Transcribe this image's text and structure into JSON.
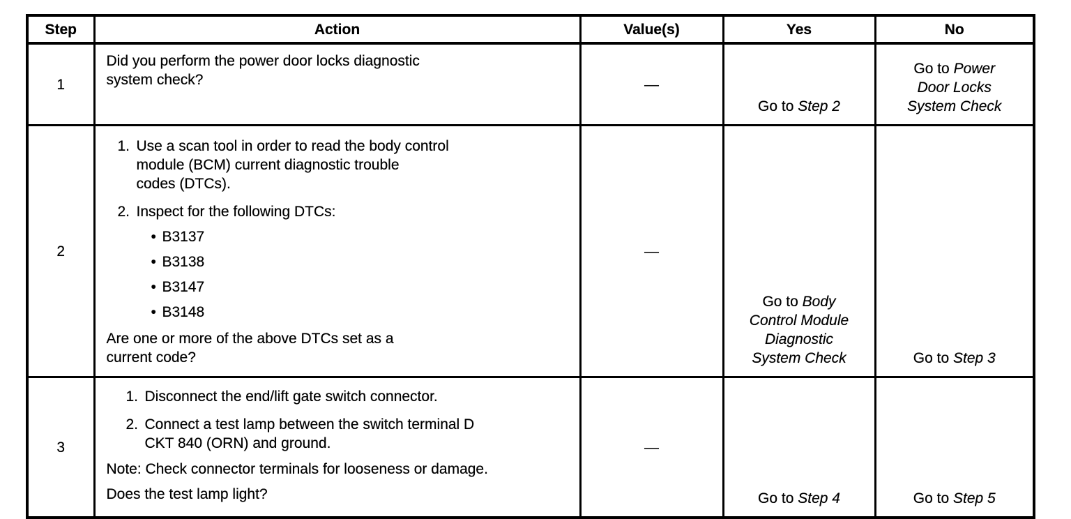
{
  "table": {
    "bullet_char": "•",
    "headers": {
      "step": "Step",
      "action": "Action",
      "values": "Value(s)",
      "yes": "Yes",
      "no": "No"
    },
    "rows": [
      {
        "step": "1",
        "action": {
          "question": "Did you perform the power door locks diagnostic\nsystem check?"
        },
        "value": "—",
        "yes": {
          "prefix": "Go to ",
          "target": "Step 2"
        },
        "no": {
          "prefix": "Go to ",
          "target": "Power\nDoor Locks\nSystem Check"
        }
      },
      {
        "step": "2",
        "action": {
          "items": [
            {
              "num": "1.",
              "text": "Use a scan tool in order to read the body control\nmodule (BCM) current diagnostic trouble\ncodes (DTCs)."
            },
            {
              "num": "2.",
              "text": "Inspect for the following DTCs:"
            }
          ],
          "dtc_codes": [
            "B3137",
            "B3138",
            "B3147",
            "B3148"
          ],
          "question": "Are one or more of the above DTCs set as a\ncurrent code?"
        },
        "value": "—",
        "yes": {
          "prefix": "Go to ",
          "target": "Body\nControl Module\nDiagnostic\nSystem Check"
        },
        "no": {
          "prefix": "Go to ",
          "target": "Step 3"
        }
      },
      {
        "step": "3",
        "action": {
          "items": [
            {
              "num": "1.",
              "text": "Disconnect the end/lift gate switch connector."
            },
            {
              "num": "2.",
              "text": "Connect a test lamp between the switch terminal D\nCKT 840 (ORN) and ground."
            }
          ],
          "note": "Note: Check connector terminals for looseness or damage.",
          "question": "Does the test lamp light?"
        },
        "value": "—",
        "yes": {
          "prefix": "Go to ",
          "target": "Step 4"
        },
        "no": {
          "prefix": "Go to ",
          "target": "Step 5"
        }
      }
    ]
  }
}
